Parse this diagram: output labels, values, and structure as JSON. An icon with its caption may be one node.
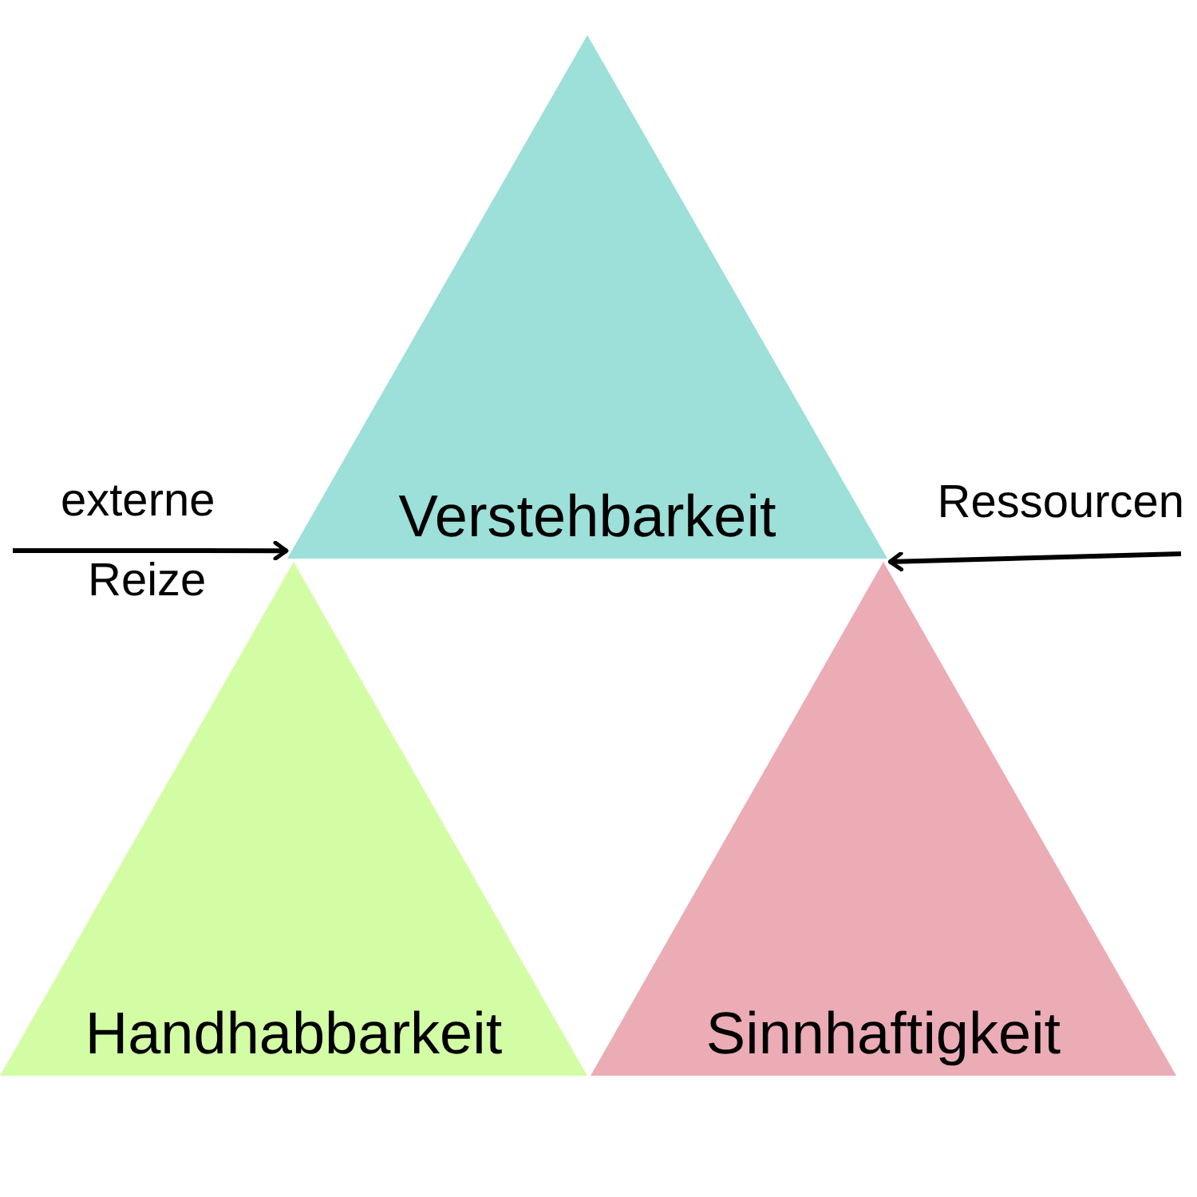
{
  "diagram": {
    "nodes": [
      {
        "text": [
          "Verstehbarkeit"
        ]
      },
      {
        "text": [
          "Handhabbarkeit"
        ]
      },
      {
        "text": [
          "Sinnhaftigkeit"
        ]
      }
    ],
    "edges": [
      {
        "from": null,
        "to": 0,
        "arrow": "to"
      },
      {
        "from": null,
        "to": 2,
        "arrow": "to"
      }
    ],
    "labels": [
      "externe",
      "Ressourcen",
      "Reize"
    ]
  }
}
